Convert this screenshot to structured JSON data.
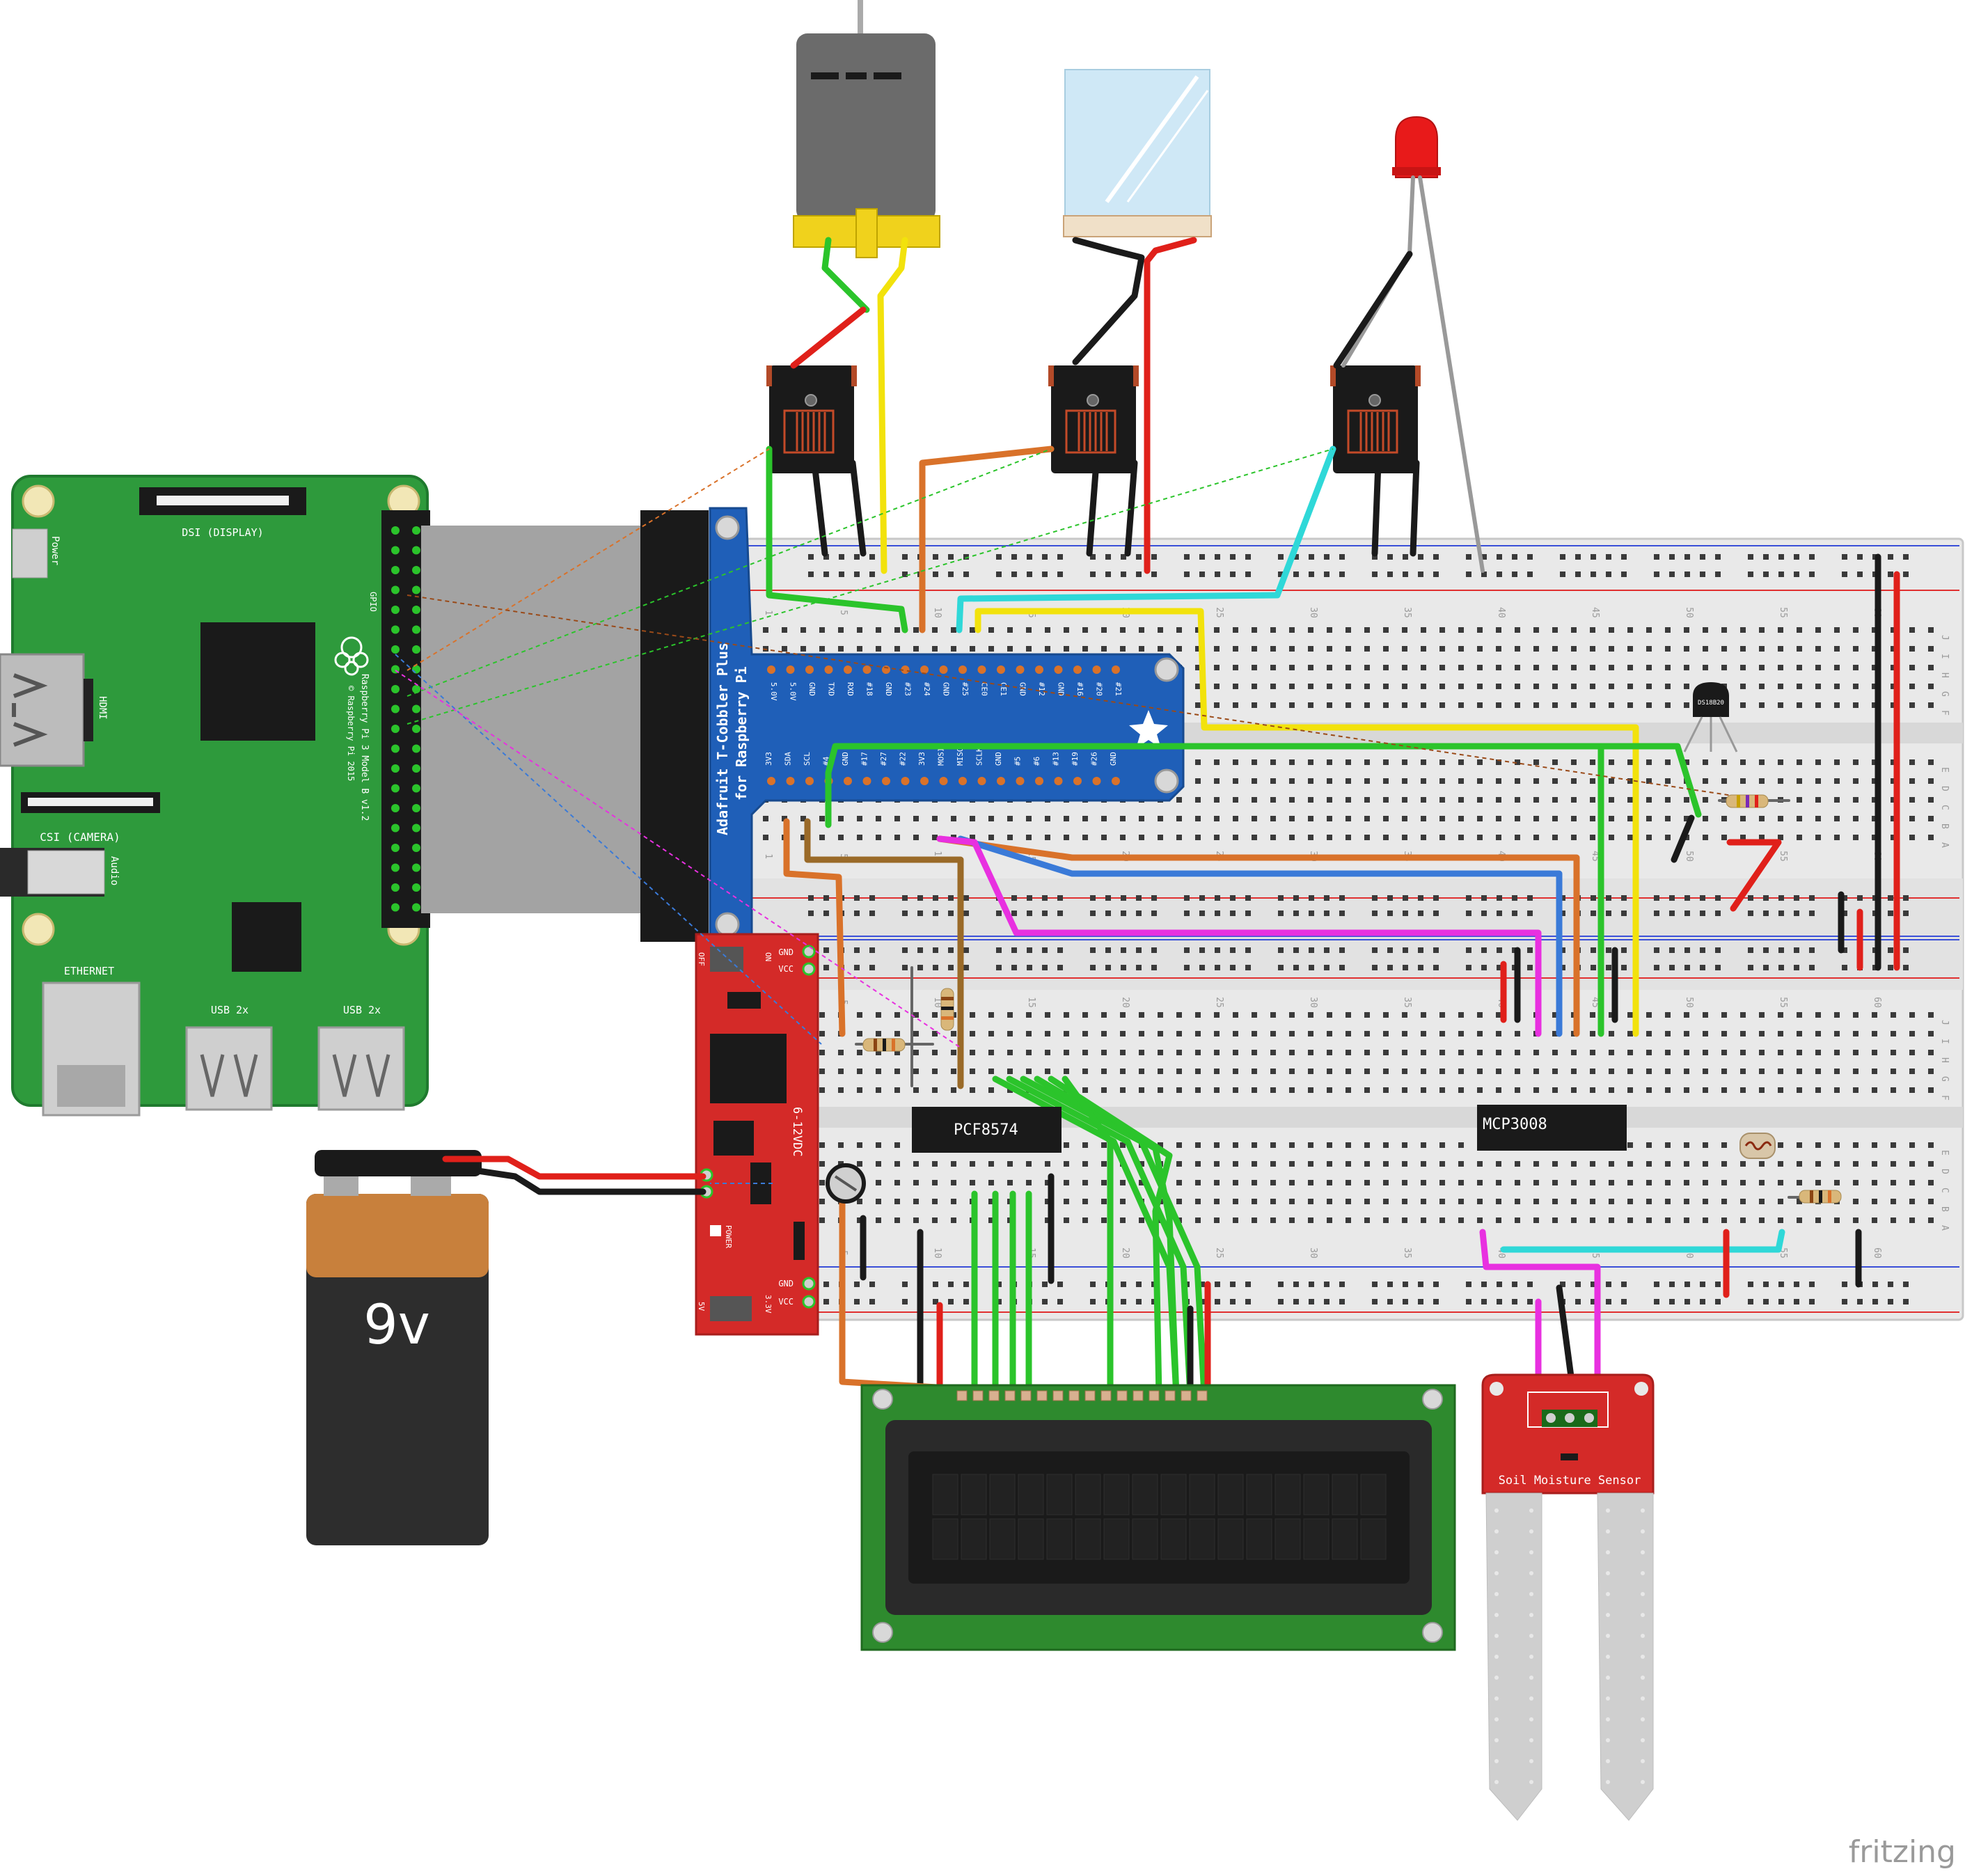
{
  "raspberry_pi": {
    "model": "Raspberry Pi 3 Model B v1.2",
    "copyright": "© Raspberry Pi 2015",
    "labels": {
      "dsi": "DSI (DISPLAY)",
      "csi": "CSI (CAMERA)",
      "hdmi": "HDMI",
      "power": "Power",
      "audio": "Audio",
      "gpio": "GPIO",
      "ethernet": "ETHERNET",
      "usb1": "USB 2x",
      "usb2": "USB 2x"
    },
    "colors": {
      "board": "#2e9a3c",
      "board_edge": "#1f7a2e"
    }
  },
  "cobbler": {
    "title_line1": "Adafruit T-Cobbler Plus",
    "title_line2": "for Raspberry Pi",
    "top_pins": [
      "5.0V",
      "5.0V",
      "GND",
      "TXD",
      "RXD",
      "#18",
      "GND",
      "#23",
      "#24",
      "GND",
      "#25",
      "CE0",
      "CE1",
      "GND",
      "#12",
      "GND",
      "#16",
      "#20",
      "#21"
    ],
    "bottom_pins": [
      "3V3",
      "SDA",
      "SCL",
      "#4",
      "GND",
      "#17",
      "#27",
      "#22",
      "3V3",
      "MOSI",
      "MISO",
      "SCLK",
      "GND",
      "#5",
      "#6",
      "#13",
      "#19",
      "#26",
      "GND"
    ],
    "color": "#1f5fb8"
  },
  "power_module": {
    "label_top_off": "OFF",
    "label_top_on": "ON",
    "label_gnd1": "GND",
    "label_vcc1": "VCC",
    "label_dc": "6-12VDC",
    "label_power": "POWER",
    "label_gnd2": "GND",
    "label_vcc2": "VCC",
    "label_33v": "3.3V",
    "label_5v": "5V",
    "color": "#d42a28"
  },
  "battery": {
    "label": "9v",
    "color_top": "#c8803c",
    "color_body": "#2d2d2d"
  },
  "chips": {
    "pcf": "PCF8574",
    "mcp": "MCP3008"
  },
  "breadboard": {
    "column_numbers": [
      "1",
      "5",
      "10",
      "15",
      "20",
      "25",
      "30",
      "35",
      "40",
      "45",
      "50",
      "55",
      "60"
    ],
    "row_letters_top": [
      "J",
      "I",
      "H",
      "G",
      "F"
    ],
    "row_letters_bottom": [
      "E",
      "D",
      "C",
      "B",
      "A"
    ]
  },
  "sensors": {
    "temp": "DS18B20",
    "soil": "Soil Moisture Sensor"
  },
  "watermark": "fritzing",
  "wire_colors": {
    "green": "#2bc42b",
    "red": "#e0201a",
    "black": "#1a1a1a",
    "yellow": "#f2e20c",
    "orange": "#d9722a",
    "cyan": "#2fd8d8",
    "magenta": "#e830e0",
    "blue": "#3a7ad8",
    "brown": "#9a6a28"
  }
}
